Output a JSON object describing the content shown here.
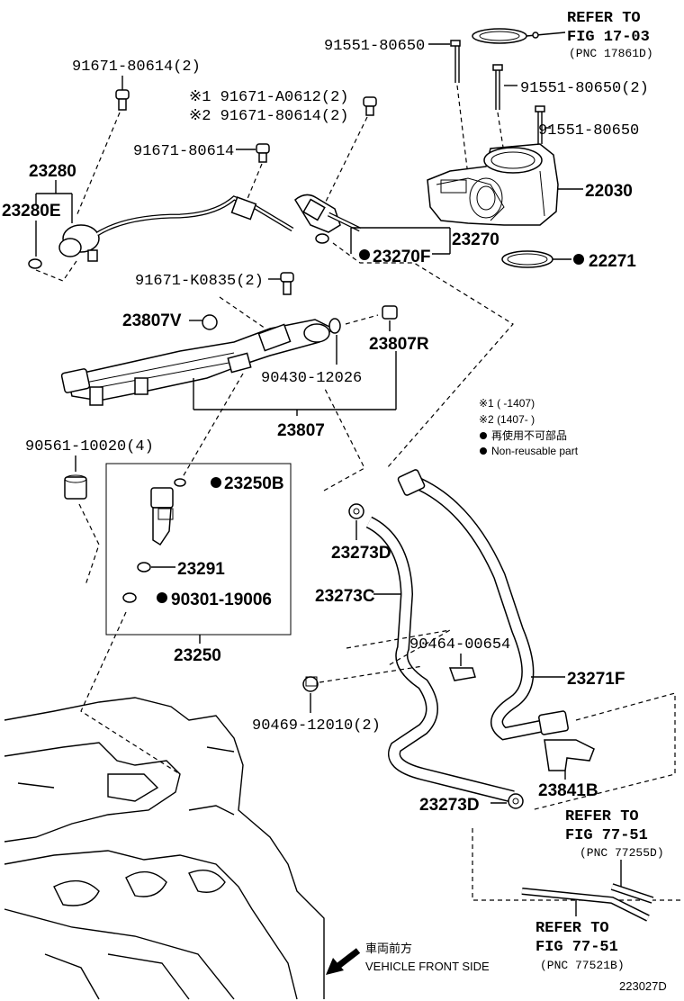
{
  "diagram_id": "223027D",
  "references": {
    "ref_top": {
      "line1": "REFER TO",
      "line2": "FIG 17-03",
      "pnc": "(PNC 17861D)"
    },
    "ref_right": {
      "line1": "REFER TO",
      "line2": "FIG 77-51",
      "pnc": "(PNC 77255D)"
    },
    "ref_bottom": {
      "line1": "REFER TO",
      "line2": "FIG 77-51",
      "pnc": "(PNC 77521B)"
    }
  },
  "parts": {
    "p_91551_80650_a": "91551-80650",
    "p_91551_80650_b": "91551-80650(2)",
    "p_91551_80650_c": "91551-80650",
    "p_22030": "22030",
    "p_91671_80614_2": "91671-80614(2)",
    "p_note1_bolt": "※1 91671-A0612(2)",
    "p_note2_bolt": "※2 91671-80614(2)",
    "p_91671_80614": "91671-80614",
    "p_23280": "23280",
    "p_23280e": "23280E",
    "p_23270": "23270",
    "p_23270f": "23270F",
    "p_22271": "22271",
    "p_91671_k0835": "91671-K0835(2)",
    "p_23807v": "23807V",
    "p_23807r": "23807R",
    "p_90430": "90430-12026",
    "p_23807": "23807",
    "p_90561": "90561-10020(4)",
    "p_23250b": "23250B",
    "p_23291": "23291",
    "p_90301": "90301-19006",
    "p_23250": "23250",
    "p_23273d_a": "23273D",
    "p_23273c": "23273C",
    "p_90464": "90464-00654",
    "p_23271f": "23271F",
    "p_90469": "90469-12010(2)",
    "p_23841b": "23841B",
    "p_23273d_b": "23273D"
  },
  "legend": {
    "note1": "※1 (      -1407)",
    "note2": "※2 (1407-      )",
    "non_reusable_jp": "再使用不可部品",
    "non_reusable_en": "Non-reusable part"
  },
  "front_label": {
    "jp": "車両前方",
    "en": "VEHICLE FRONT SIDE"
  }
}
